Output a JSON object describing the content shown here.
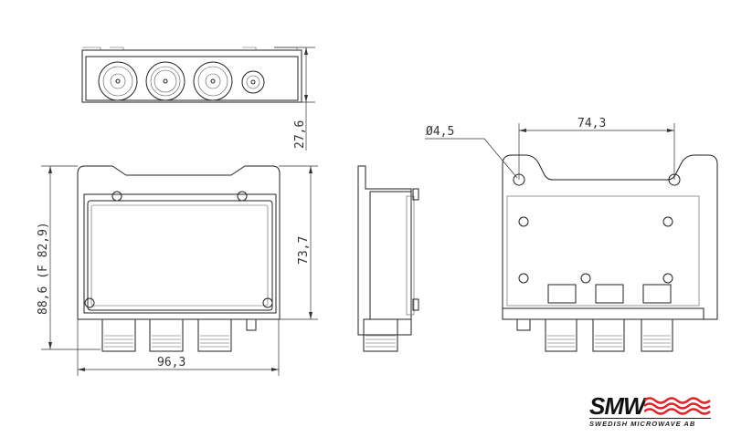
{
  "dimensions": {
    "top_height": "27,6",
    "overall_height": "88,6 (F 82,9)",
    "body_height": "73,7",
    "width": "96,3",
    "hole_spacing": "74,3",
    "hole_diameter": "Ø4,5"
  },
  "logo": {
    "name": "SMW",
    "subtitle": "SWEDISH MICROWAVE AB",
    "wave_color": "#d9262b"
  }
}
